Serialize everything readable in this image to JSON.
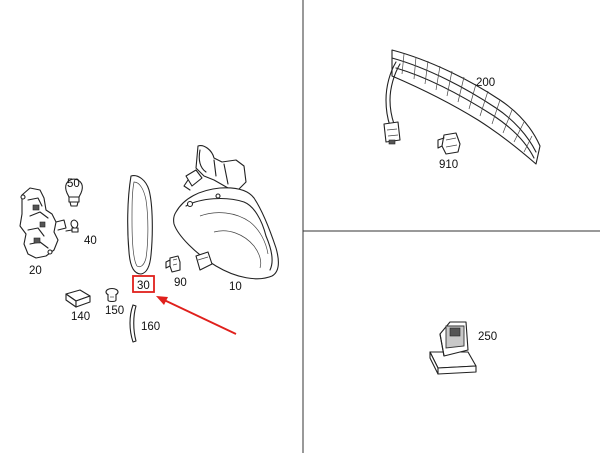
{
  "labels": {
    "p10": "10",
    "p20": "20",
    "p30": "30",
    "p40": "40",
    "p50": "50",
    "p90": "90",
    "p140": "140",
    "p150": "150",
    "p160": "160",
    "p200": "200",
    "p250": "250",
    "p910": "910"
  },
  "colors": {
    "highlight": "#e0201c",
    "line": "#222222",
    "divider": "#333333"
  }
}
